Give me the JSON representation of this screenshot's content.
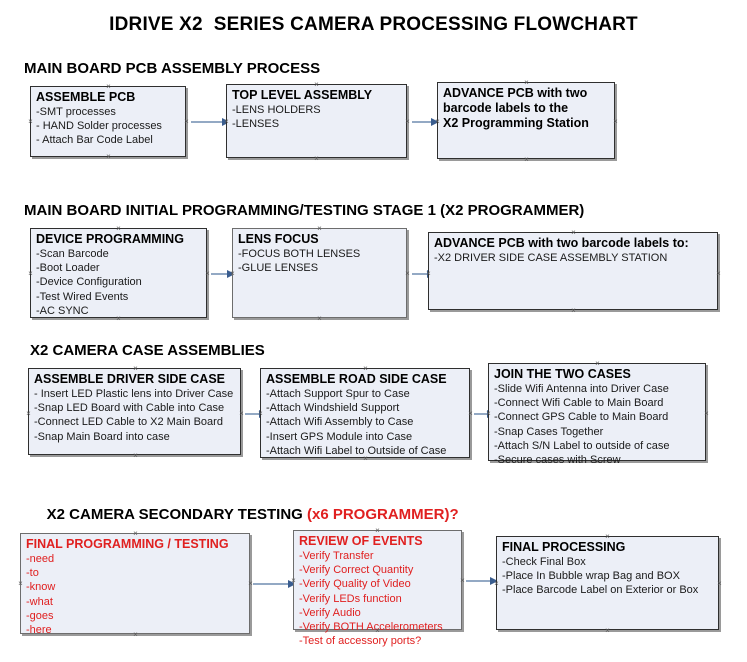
{
  "document": {
    "title": "IDRIVE X2  SERIES CAMERA PROCESSING FLOWCHART"
  },
  "colors": {
    "box_fill": "#eceff7",
    "box_border": "#2f2f2f",
    "box_shadow": "#9a9a9a",
    "arrow_line": "#93a9c4",
    "arrow_head": "#3a5d8f",
    "text": "#000000",
    "red_accent": "#e02020"
  },
  "sections": [
    {
      "id": "main-board-pcb-assembly-process",
      "heading": "MAIN BOARD PCB ASSEMBLY PROCESS",
      "heading_red": "",
      "boxes": [
        {
          "id": "assemble-pcb",
          "title": "ASSEMBLE PCB",
          "lines": [
            "-SMT processes",
            "- HAND Solder processes",
            "- Attach Bar Code Label"
          ]
        },
        {
          "id": "top-level-assembly",
          "title": "TOP LEVEL ASSEMBLY",
          "lines": [
            "-LENS HOLDERS",
            "-LENSES"
          ]
        },
        {
          "id": "advance-pcb-to-x2-programming-station",
          "title": "ADVANCE PCB with two",
          "title_line2": "barcode labels to the",
          "title_line3": " X2 Programming Station",
          "lines": []
        }
      ]
    },
    {
      "id": "main-board-initial-programming",
      "heading": "MAIN BOARD INITIAL PROGRAMMING/TESTING STAGE 1 (X2 PROGRAMMER)",
      "heading_red": "",
      "boxes": [
        {
          "id": "device-programming",
          "title": "DEVICE PROGRAMMING",
          "lines": [
            "-Scan Barcode",
            "-Boot Loader",
            "-Device Configuration",
            "-Test Wired Events",
            "-AC SYNC"
          ]
        },
        {
          "id": "lens-focus",
          "title": "LENS FOCUS",
          "lines": [
            "-FOCUS BOTH LENSES",
            "-GLUE LENSES"
          ]
        },
        {
          "id": "advance-pcb-to-driver-side-case-station",
          "title": "ADVANCE PCB with two barcode labels to:",
          "lines": [
            "-X2 DRIVER  SIDE  CASE  ASSEMBLY STATION"
          ]
        }
      ]
    },
    {
      "id": "x2-camera-case-assemblies",
      "heading": "X2 CAMERA CASE ASSEMBLIES",
      "heading_red": "",
      "boxes": [
        {
          "id": "assemble-driver-side-case",
          "title": "ASSEMBLE DRIVER SIDE CASE",
          "lines": [
            "- Insert LED Plastic lens into Driver Case",
            "-Snap LED Board with Cable into Case",
            "-Connect LED Cable to X2 Main Board",
            "-Snap Main Board into case"
          ]
        },
        {
          "id": "assemble-road-side-case",
          "title": "ASSEMBLE ROAD SIDE CASE",
          "lines": [
            "-Attach Support Spur to Case",
            "-Attach Windshield Support",
            "-Attach Wifi Assembly to Case",
            "-Insert GPS Module into Case",
            "-Attach Wifi Label to Outside of Case"
          ]
        },
        {
          "id": "join-the-two-cases",
          "title": "JOIN THE TWO CASES",
          "lines": [
            "-Slide Wifi Antenna into Driver Case",
            "-Connect Wifi Cable to Main Board",
            "-Connect GPS Cable to Main Board",
            "-Snap Cases Together",
            "-Attach S/N Label to outside of case",
            "-Secure cases with Screw"
          ]
        }
      ]
    },
    {
      "id": "x2-camera-secondary-testing",
      "heading": "X2 CAMERA SECONDARY TESTING ",
      "heading_red": "(x6 PROGRAMMER)?",
      "boxes": [
        {
          "id": "final-programming-testing",
          "title": "FINAL PROGRAMMING / TESTING",
          "lines": [
            "-need",
            "-to",
            "-know",
            "-what",
            "-goes",
            "-here"
          ]
        },
        {
          "id": "review-of-events",
          "title": "REVIEW OF EVENTS",
          "lines": [
            "-Verify Transfer",
            "-Verify Correct Quantity",
            "-Verify Quality of Video",
            "-Verify LEDs function",
            "-Verify Audio",
            "-Verify BOTH Accelerometers",
            "-Test of accessory ports?"
          ]
        },
        {
          "id": "final-processing",
          "title": "FINAL PROCESSING",
          "lines": [
            " -Check Final Box",
            "-Place In Bubble wrap Bag and BOX",
            "-Place Barcode Label on Exterior or Box"
          ]
        }
      ]
    }
  ]
}
